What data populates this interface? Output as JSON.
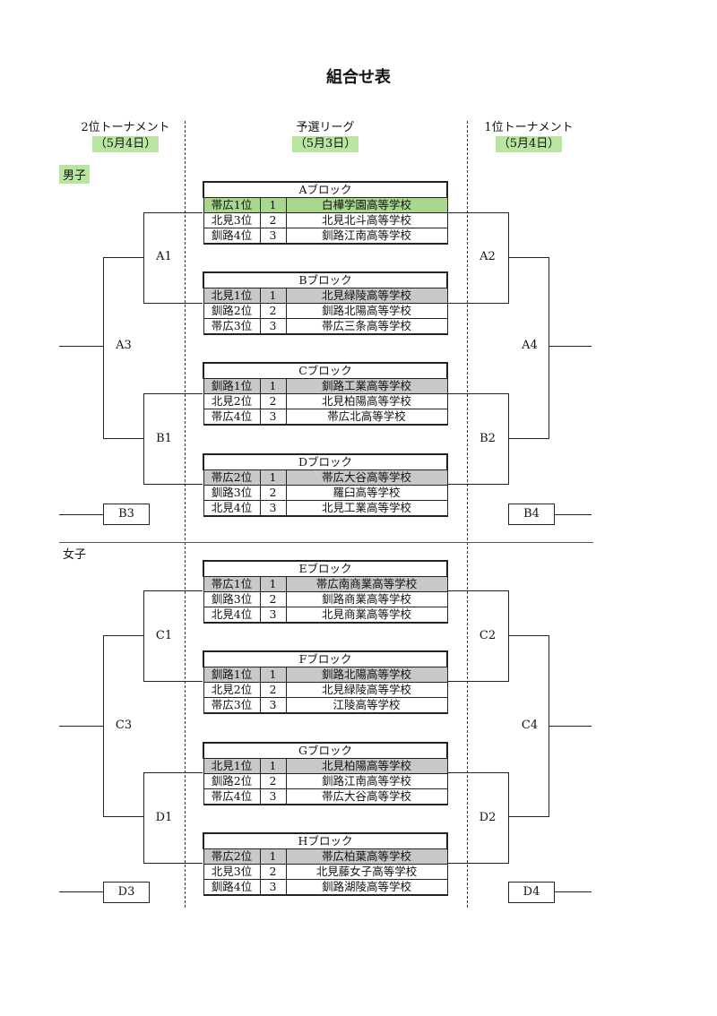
{
  "title": "組合せ表",
  "headers": {
    "left": {
      "label": "2位トーナメント",
      "date": "（5月4日）"
    },
    "center": {
      "label": "予選リーグ",
      "date": "（5月3日）"
    },
    "right": {
      "label": "1位トーナメント",
      "date": "（5月4日）"
    }
  },
  "sections": {
    "boys": "男子",
    "girls": "女子"
  },
  "brackets": {
    "A1": "A1",
    "A2": "A2",
    "A3": "A3",
    "A4": "A4",
    "B1": "B1",
    "B2": "B2",
    "B3": "B3",
    "B4": "B4",
    "C1": "C1",
    "C2": "C2",
    "C3": "C3",
    "C4": "C4",
    "D1": "D1",
    "D2": "D2",
    "D3": "D3",
    "D4": "D4"
  },
  "blocks": [
    {
      "name": "Aブロック",
      "rows": [
        {
          "seed": "帯広1位",
          "num": "1",
          "school": "白樺学園高等学校"
        },
        {
          "seed": "北見3位",
          "num": "2",
          "school": "北見北斗高等学校"
        },
        {
          "seed": "釧路4位",
          "num": "3",
          "school": "釧路江南高等学校"
        }
      ]
    },
    {
      "name": "Bブロック",
      "rows": [
        {
          "seed": "北見1位",
          "num": "1",
          "school": "北見緑陵高等学校"
        },
        {
          "seed": "釧路2位",
          "num": "2",
          "school": "釧路北陽高等学校"
        },
        {
          "seed": "帯広3位",
          "num": "3",
          "school": "帯広三条高等学校"
        }
      ]
    },
    {
      "name": "Cブロック",
      "rows": [
        {
          "seed": "釧路1位",
          "num": "1",
          "school": "釧路工業高等学校"
        },
        {
          "seed": "北見2位",
          "num": "2",
          "school": "北見柏陽高等学校"
        },
        {
          "seed": "帯広4位",
          "num": "3",
          "school": "帯広北高等学校"
        }
      ]
    },
    {
      "name": "Dブロック",
      "rows": [
        {
          "seed": "帯広2位",
          "num": "1",
          "school": "帯広大谷高等学校"
        },
        {
          "seed": "釧路3位",
          "num": "2",
          "school": "羅臼高等学校"
        },
        {
          "seed": "北見4位",
          "num": "3",
          "school": "北見工業高等学校"
        }
      ]
    },
    {
      "name": "Eブロック",
      "rows": [
        {
          "seed": "帯広1位",
          "num": "1",
          "school": "帯広南商業高等学校"
        },
        {
          "seed": "釧路3位",
          "num": "2",
          "school": "釧路商業高等学校"
        },
        {
          "seed": "北見4位",
          "num": "3",
          "school": "北見商業高等学校"
        }
      ]
    },
    {
      "name": "Fブロック",
      "rows": [
        {
          "seed": "釧路1位",
          "num": "1",
          "school": "釧路北陽高等学校"
        },
        {
          "seed": "北見2位",
          "num": "2",
          "school": "北見緑陵高等学校"
        },
        {
          "seed": "帯広3位",
          "num": "3",
          "school": "江陵高等学校"
        }
      ]
    },
    {
      "name": "Gブロック",
      "rows": [
        {
          "seed": "北見1位",
          "num": "1",
          "school": "北見柏陽高等学校"
        },
        {
          "seed": "釧路2位",
          "num": "2",
          "school": "釧路江南高等学校"
        },
        {
          "seed": "帯広4位",
          "num": "3",
          "school": "帯広大谷高等学校"
        }
      ]
    },
    {
      "name": "Hブロック",
      "rows": [
        {
          "seed": "帯広2位",
          "num": "1",
          "school": "帯広柏葉高等学校"
        },
        {
          "seed": "北見3位",
          "num": "2",
          "school": "北見藤女子高等学校"
        },
        {
          "seed": "釧路4位",
          "num": "3",
          "school": "釧路湖陵高等学校"
        }
      ]
    }
  ],
  "colors": {
    "highlight": "#b8e6a0",
    "first_row": "#c8c8c8",
    "green_row": "#a8d88c"
  }
}
